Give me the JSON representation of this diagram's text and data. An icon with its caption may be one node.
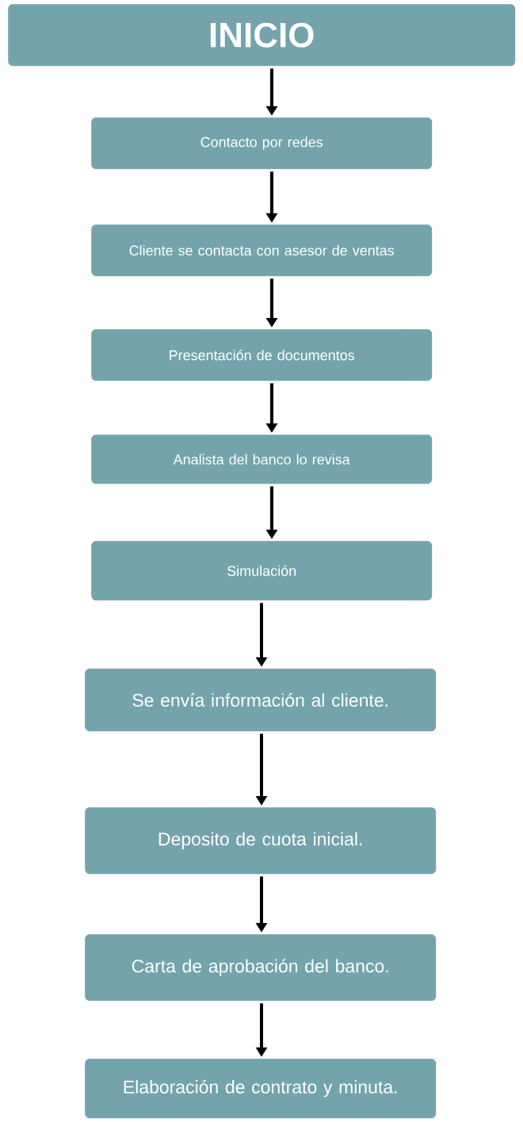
{
  "diagram": {
    "nodes": [
      {
        "text": [
          "INICIO"
        ]
      },
      {
        "text": [
          "Contacto por redes"
        ]
      },
      {
        "text": [
          "Cliente se contacta con asesor de ventas"
        ]
      },
      {
        "text": [
          "Presentación de documentos"
        ]
      },
      {
        "text": [
          "Analista del banco lo revisa"
        ]
      },
      {
        "text": [
          "Simulación"
        ]
      },
      {
        "text": [
          "Se envía información al cliente."
        ]
      },
      {
        "text": [
          "Deposito de cuota inicial."
        ]
      },
      {
        "text": [
          "Carta de aprobación del banco."
        ]
      },
      {
        "text": [
          "Elaboración de contrato y minuta."
        ]
      }
    ],
    "edges": [
      {
        "from": 0,
        "to": 1,
        "arrow": "to"
      },
      {
        "from": 1,
        "to": 2,
        "arrow": "to"
      },
      {
        "from": 2,
        "to": 3,
        "arrow": "to"
      },
      {
        "from": 3,
        "to": 4,
        "arrow": "to"
      },
      {
        "from": 4,
        "to": 5,
        "arrow": "to"
      },
      {
        "from": 5,
        "to": 6,
        "arrow": "to"
      },
      {
        "from": 6,
        "to": 7,
        "arrow": "to"
      },
      {
        "from": 7,
        "to": 8,
        "arrow": "to"
      },
      {
        "from": 8,
        "to": 9,
        "arrow": "to"
      }
    ]
  }
}
